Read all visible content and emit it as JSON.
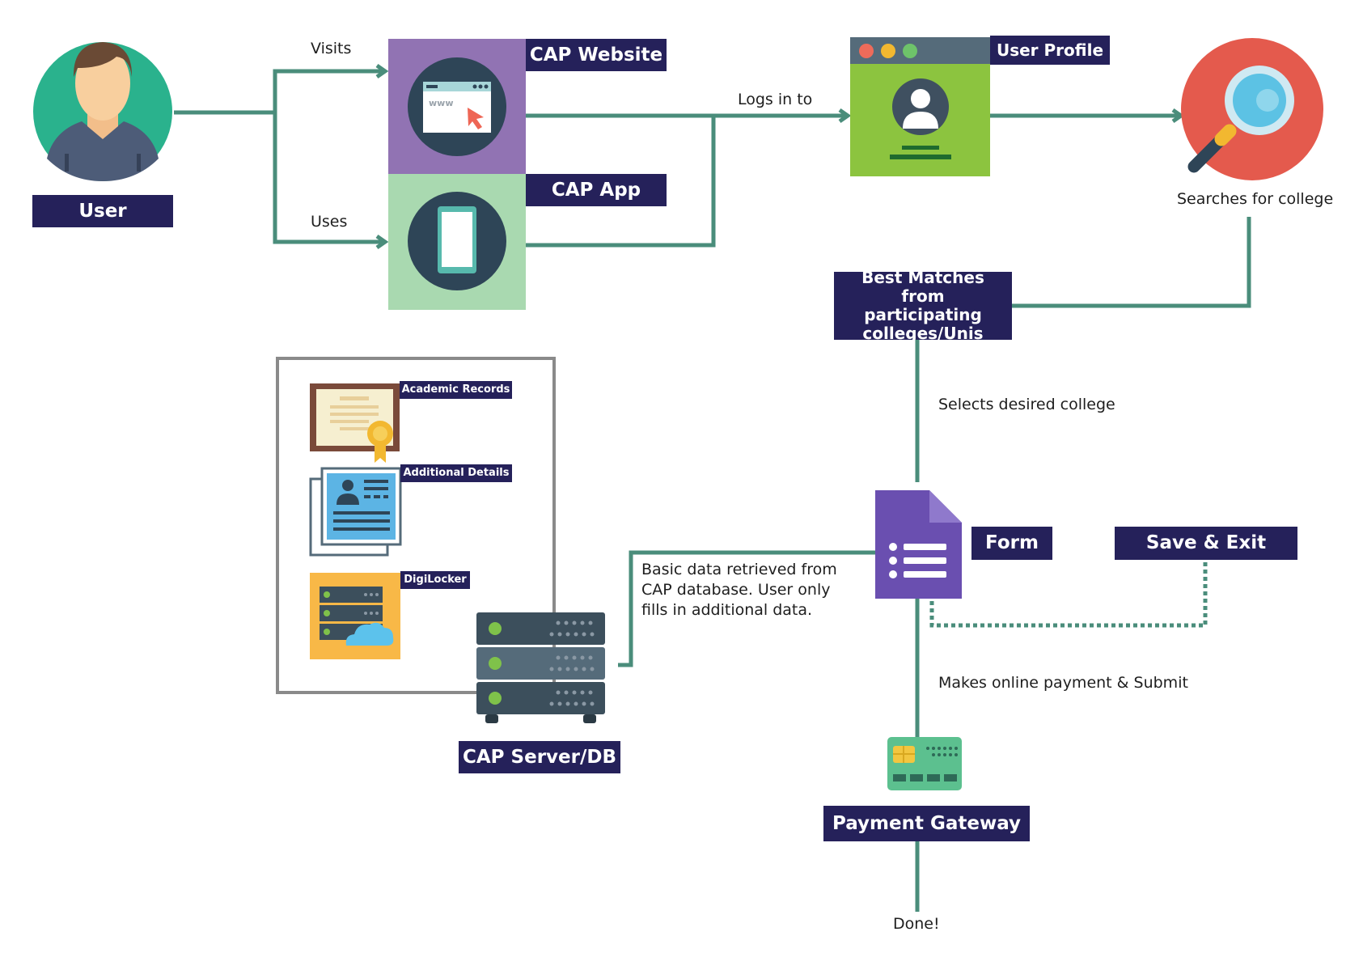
{
  "nodes": {
    "user": "User",
    "cap_website": "CAP Website",
    "cap_app": "CAP App",
    "user_profile": "User Profile",
    "best_matches": "Best Matches from participating colleges/Unis",
    "form": "Form",
    "save_exit": "Save & Exit",
    "cap_server": "CAP Server/DB",
    "payment_gateway": "Payment Gateway",
    "academic_records": "Academic Records",
    "additional_details": "Additional Details",
    "digilocker": "DigiLocker"
  },
  "edges": {
    "visits": "Visits",
    "uses": "Uses",
    "logs_in_to": "Logs in to",
    "searches_for_college": "Searches for college",
    "selects_desired_college": "Selects desired college",
    "basic_data_note": "Basic data retrieved from CAP database. User only fills in additional data.",
    "makes_payment": "Makes online payment & Submit",
    "done": "Done!"
  },
  "icons": {
    "user": "user-avatar-icon",
    "website": "browser-window-icon",
    "app": "smartphone-icon",
    "profile": "profile-window-icon",
    "search": "magnifier-icon",
    "form": "form-document-icon",
    "server": "server-rack-icon",
    "card": "credit-card-icon",
    "certificate": "certificate-icon",
    "id_card": "id-card-icon",
    "cloud_server": "cloud-server-icon"
  },
  "colors": {
    "connector": "#4a8d7b",
    "label_bg": "#25215a",
    "website_bg": "#9173b3",
    "app_bg": "#a9d9b0",
    "profile_bg": "#8cc43f",
    "search_bg": "#e45a4d",
    "user_bg": "#2ab28d",
    "form_bg": "#6a4fb0",
    "server_bg": "#3c4f5c",
    "card_bg": "#5cc08f"
  }
}
